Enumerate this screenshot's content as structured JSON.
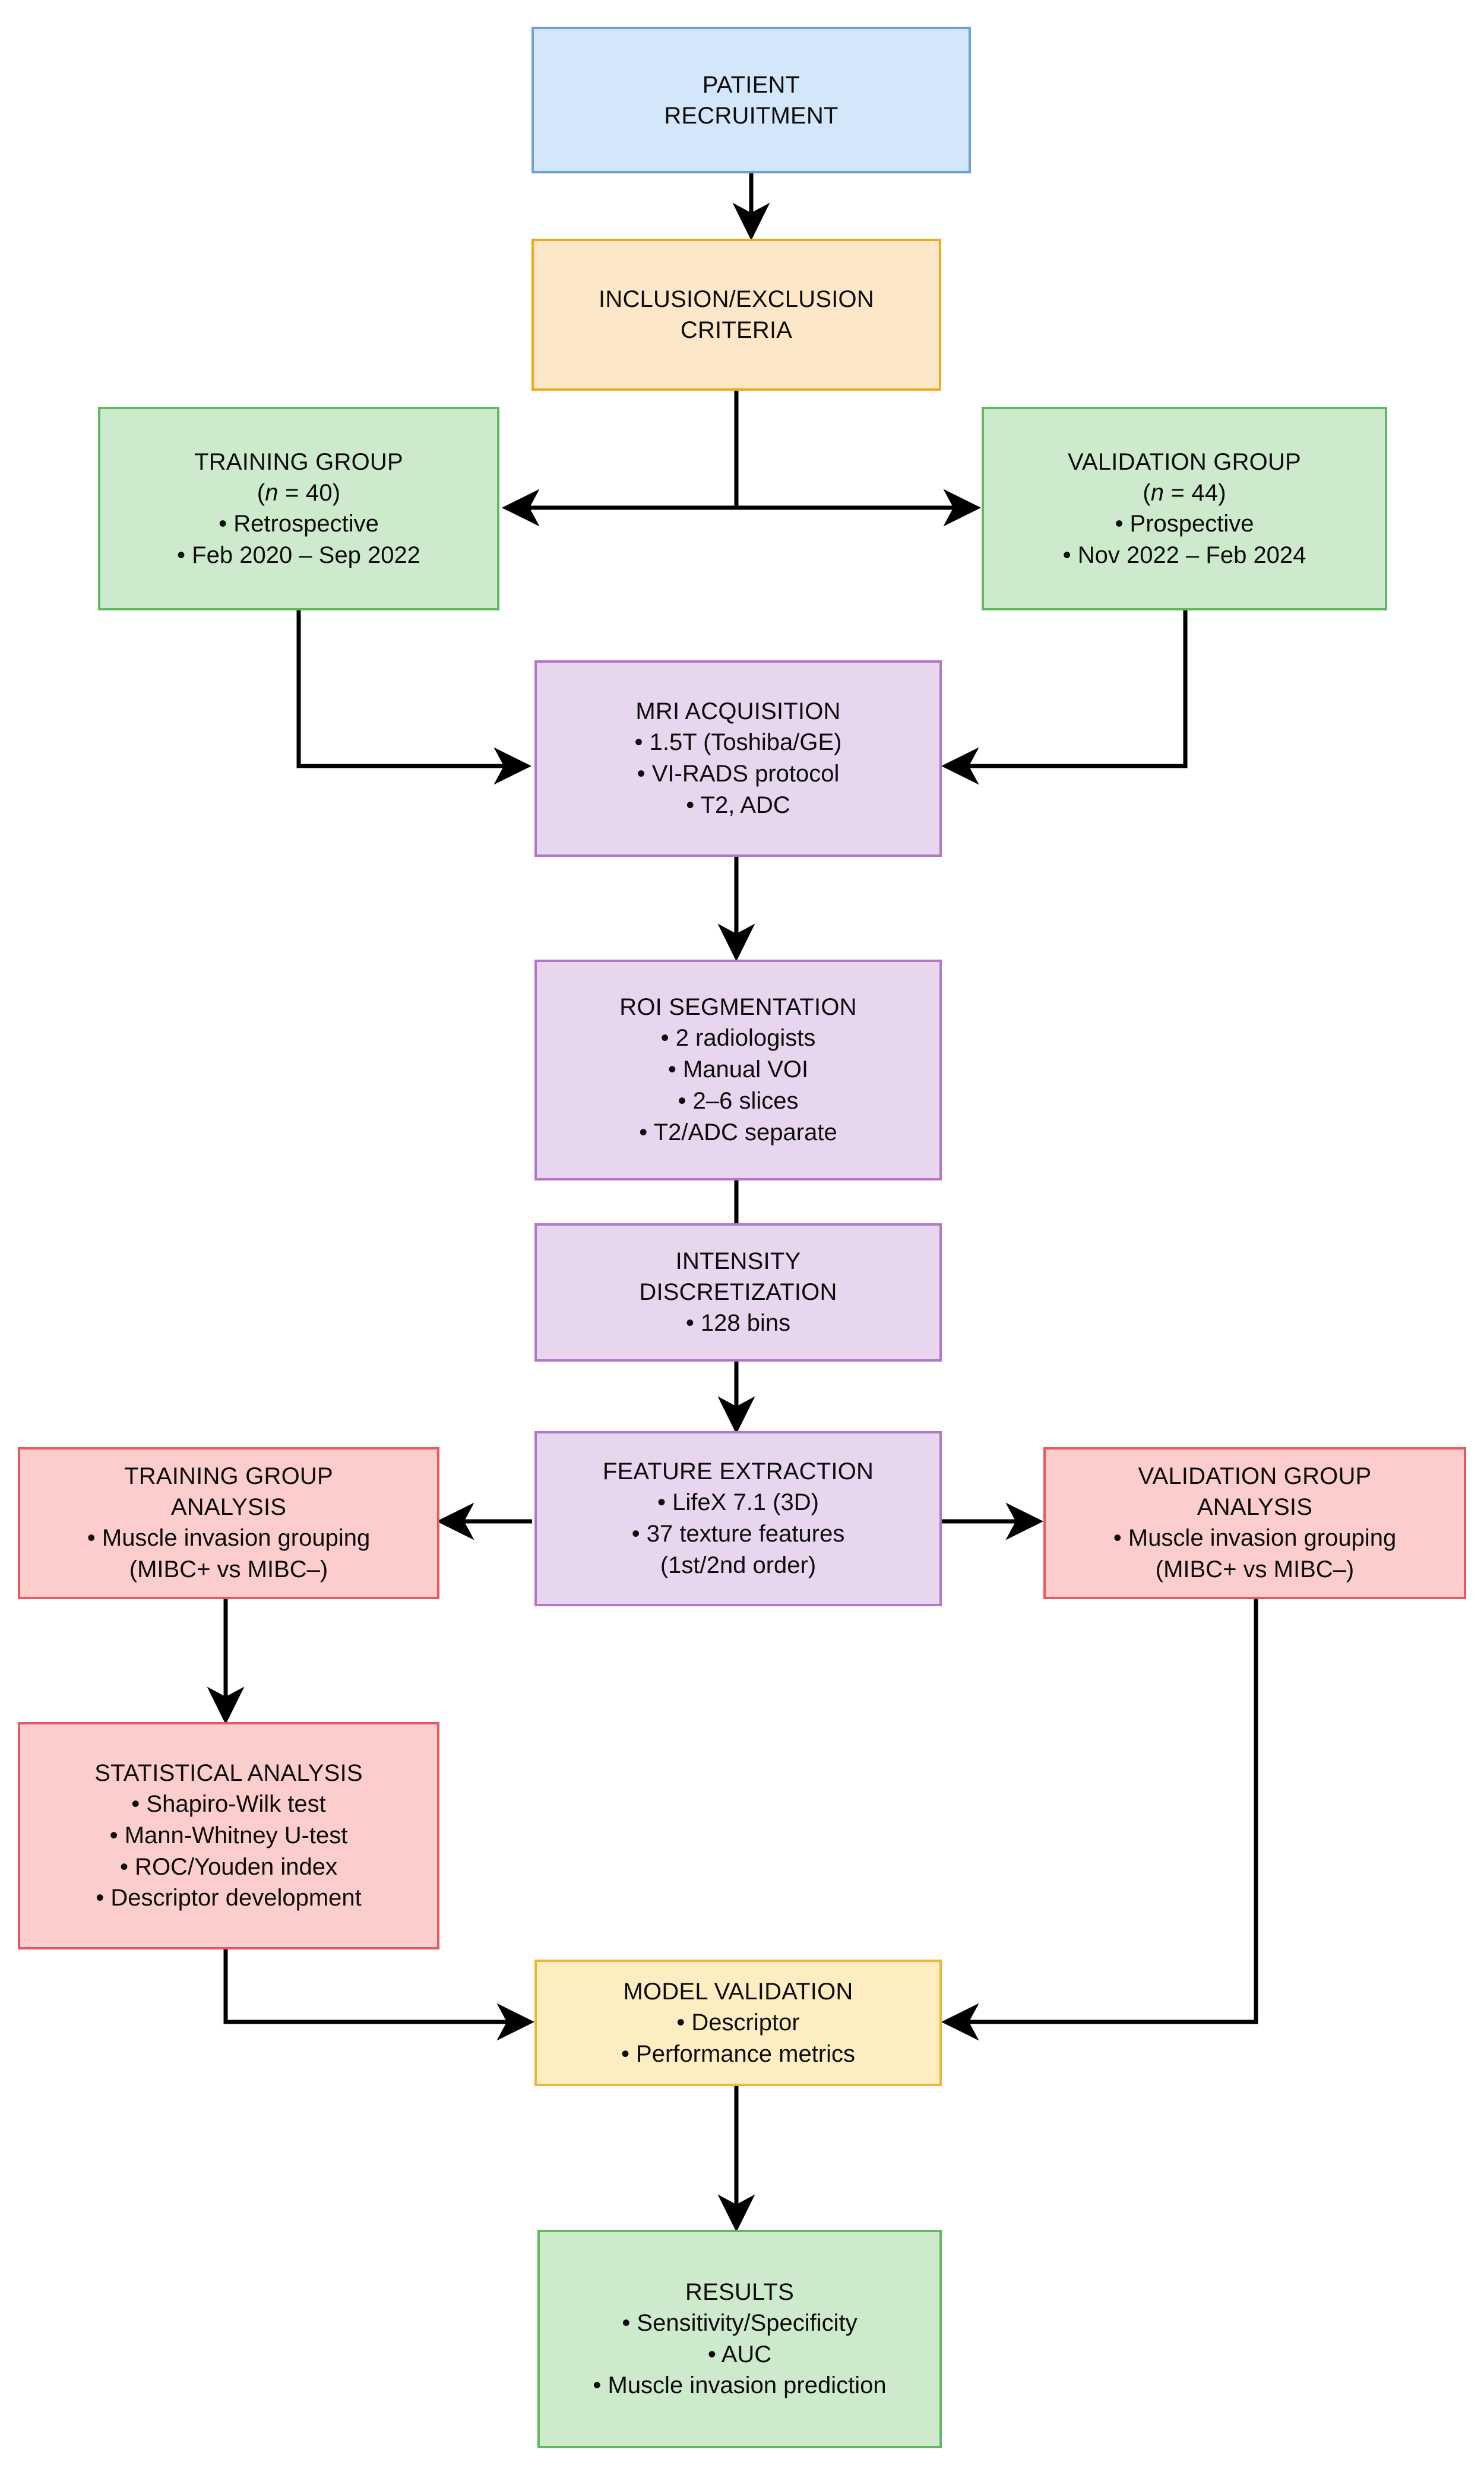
{
  "diagram": {
    "title": "Radiomics study workflow flowchart",
    "colors": {
      "blue_fill": "#d4e6fa",
      "blue_border": "#6f9fd8",
      "orange_fill": "#fde7c9",
      "orange_border": "#f3a81b",
      "green_fill": "#cdeacd",
      "green_border": "#5fb95f",
      "purple_fill": "#e8d5ee",
      "purple_border": "#b477c7",
      "red_fill": "#fbcdcd",
      "red_border": "#e8585c",
      "yellow_fill": "#fdeec2",
      "yellow_border": "#edb63b",
      "arrow": "#000000"
    },
    "nodes": {
      "patient_recruitment": {
        "title": "PATIENT\nRECRUITMENT",
        "bullets": []
      },
      "inclusion_exclusion": {
        "title": "INCLUSION/EXCLUSION\nCRITERIA",
        "bullets": []
      },
      "training_group": {
        "title": "TRAINING GROUP",
        "subtitle_prefix": "(",
        "subtitle_italic": "n",
        "subtitle_suffix": " = 40)",
        "bullets": [
          "• Retrospective",
          "• Feb 2020 – Sep 2022"
        ]
      },
      "validation_group": {
        "title": "VALIDATION GROUP",
        "subtitle_prefix": "(",
        "subtitle_italic": "n",
        "subtitle_suffix": " = 44)",
        "bullets": [
          "• Prospective",
          "• Nov 2022 – Feb 2024"
        ]
      },
      "mri_acquisition": {
        "title": "MRI ACQUISITION",
        "bullets": [
          "• 1.5T (Toshiba/GE)",
          "• VI-RADS protocol",
          "• T2, ADC"
        ]
      },
      "roi_segmentation": {
        "title": "ROI SEGMENTATION",
        "bullets": [
          "• 2 radiologists",
          "• Manual VOI",
          "• 2–6 slices",
          "• T2/ADC separate"
        ]
      },
      "intensity_discretization": {
        "title": "INTENSITY\nDISCRETIZATION",
        "bullets": [
          "• 128 bins"
        ]
      },
      "feature_extraction": {
        "title": "FEATURE EXTRACTION",
        "bullets": [
          "• LifeX 7.1 (3D)",
          "• 37 texture features",
          "(1st/2nd order)"
        ]
      },
      "training_group_analysis": {
        "title": "TRAINING GROUP\nANALYSIS",
        "bullets": [
          "• Muscle invasion grouping",
          "(MIBC+ vs MIBC–)"
        ]
      },
      "validation_group_analysis": {
        "title": "VALIDATION GROUP\nANALYSIS",
        "bullets": [
          "• Muscle invasion grouping",
          "(MIBC+ vs MIBC–)"
        ]
      },
      "statistical_analysis": {
        "title": "STATISTICAL ANALYSIS",
        "bullets": [
          "• Shapiro-Wilk test",
          "• Mann-Whitney U-test",
          "• ROC/Youden index",
          "• Descriptor development"
        ]
      },
      "model_validation": {
        "title": "MODEL VALIDATION",
        "bullets": [
          "• Descriptor",
          "• Performance metrics"
        ]
      },
      "results": {
        "title": "RESULTS",
        "bullets": [
          "• Sensitivity/Specificity",
          "• AUC",
          "• Muscle invasion prediction"
        ]
      }
    },
    "edges": [
      {
        "from": "patient_recruitment",
        "to": "inclusion_exclusion",
        "style": "straight-down-arrow"
      },
      {
        "from": "inclusion_exclusion",
        "to": "training_group",
        "style": "down-then-left-arrow"
      },
      {
        "from": "inclusion_exclusion",
        "to": "validation_group",
        "style": "down-then-right-arrow"
      },
      {
        "from": "training_group",
        "to": "mri_acquisition",
        "style": "down-then-right-arrow"
      },
      {
        "from": "validation_group",
        "to": "mri_acquisition",
        "style": "down-then-left-arrow"
      },
      {
        "from": "mri_acquisition",
        "to": "roi_segmentation",
        "style": "straight-down-arrow"
      },
      {
        "from": "roi_segmentation",
        "to": "intensity_discretization",
        "style": "straight-down-no-head"
      },
      {
        "from": "intensity_discretization",
        "to": "feature_extraction",
        "style": "straight-down-arrow"
      },
      {
        "from": "feature_extraction",
        "to": "training_group_analysis",
        "style": "left-arrow"
      },
      {
        "from": "feature_extraction",
        "to": "validation_group_analysis",
        "style": "right-arrow"
      },
      {
        "from": "training_group_analysis",
        "to": "statistical_analysis",
        "style": "straight-down-arrow"
      },
      {
        "from": "statistical_analysis",
        "to": "model_validation",
        "style": "down-then-right-arrow"
      },
      {
        "from": "validation_group_analysis",
        "to": "model_validation",
        "style": "down-then-left-arrow"
      },
      {
        "from": "model_validation",
        "to": "results",
        "style": "straight-down-arrow"
      }
    ]
  }
}
